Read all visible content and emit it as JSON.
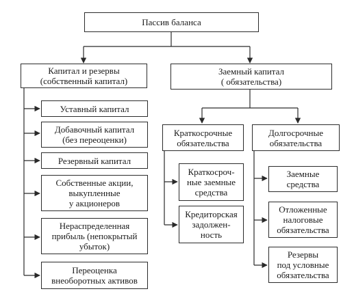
{
  "diagram": {
    "root": "Пассив баланса",
    "equity": {
      "title": "Капитал и резервы\n(собственный капитал)",
      "items": [
        "Уставный капитал",
        "Добавочный капитал\n(без переоценки)",
        "Резервный капитал",
        "Собственные акции,\nвыкупленные\nу акционеров",
        "Нераспределенная\nприбыль (непокрытый\nубыток)",
        "Переоценка\nвнеоборотных активов"
      ]
    },
    "liabilities": {
      "title": "Заемный капитал\n( обязательства)",
      "short_term": {
        "title": "Краткосрочные\nобязательства",
        "items": [
          "Краткосроч-\nные заемные\nсредства",
          "Кредиторская\nзадолжен-\nность"
        ]
      },
      "long_term": {
        "title": "Долгосрочные\nобязательства",
        "items": [
          "Заемные\nсредства",
          "Отложенные\nналоговые\nобязательства",
          "Резервы\nпод условные\nобязательства"
        ]
      }
    }
  }
}
